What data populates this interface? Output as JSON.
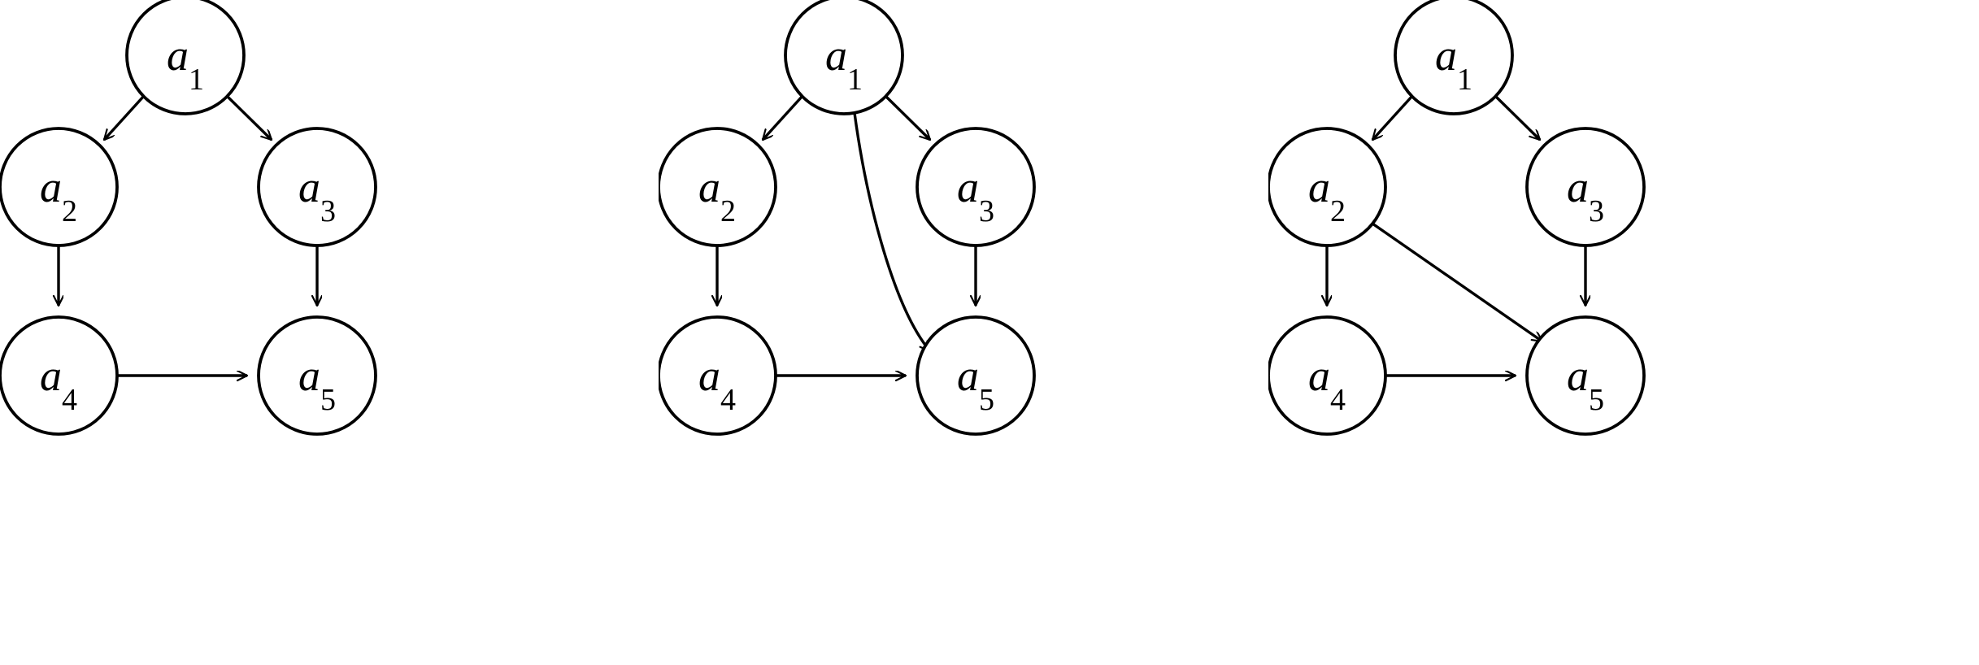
{
  "figure": {
    "background_color": "#ffffff",
    "stroke_color": "#000000",
    "panel_count": 3
  },
  "chart_data": {
    "type": "diagram",
    "subtype": "directed-acyclic-graph-triptych",
    "title": "",
    "xlabel": "",
    "ylabel": "",
    "node_labels": [
      "a1",
      "a2",
      "a3",
      "a4",
      "a5"
    ],
    "node_display": [
      {
        "id": "a1",
        "base": "a",
        "sub": "1"
      },
      {
        "id": "a2",
        "base": "a",
        "sub": "2"
      },
      {
        "id": "a3",
        "base": "a",
        "sub": "3"
      },
      {
        "id": "a4",
        "base": "a",
        "sub": "4"
      },
      {
        "id": "a5",
        "base": "a",
        "sub": "5"
      }
    ],
    "node_radius": 72,
    "node_positions": {
      "a1": [
        228,
        68
      ],
      "a2": [
        72,
        230
      ],
      "a3": [
        390,
        230
      ],
      "a4": [
        72,
        462
      ],
      "a5": [
        390,
        462
      ]
    },
    "panels": [
      {
        "name": "graph-1",
        "index": 1,
        "edges": [
          {
            "from": "a1",
            "to": "a2",
            "shape": "straight"
          },
          {
            "from": "a1",
            "to": "a3",
            "shape": "straight"
          },
          {
            "from": "a2",
            "to": "a4",
            "shape": "straight"
          },
          {
            "from": "a3",
            "to": "a5",
            "shape": "straight"
          },
          {
            "from": "a4",
            "to": "a5",
            "shape": "straight"
          }
        ],
        "edge_count": 5
      },
      {
        "name": "graph-2",
        "index": 2,
        "edges": [
          {
            "from": "a1",
            "to": "a2",
            "shape": "straight"
          },
          {
            "from": "a1",
            "to": "a3",
            "shape": "straight"
          },
          {
            "from": "a1",
            "to": "a5",
            "shape": "curved"
          },
          {
            "from": "a2",
            "to": "a4",
            "shape": "straight"
          },
          {
            "from": "a3",
            "to": "a5",
            "shape": "straight"
          },
          {
            "from": "a4",
            "to": "a5",
            "shape": "straight"
          }
        ],
        "edge_count": 6
      },
      {
        "name": "graph-3",
        "index": 3,
        "edges": [
          {
            "from": "a1",
            "to": "a2",
            "shape": "straight"
          },
          {
            "from": "a1",
            "to": "a3",
            "shape": "straight"
          },
          {
            "from": "a2",
            "to": "a4",
            "shape": "straight"
          },
          {
            "from": "a2",
            "to": "a5",
            "shape": "straight"
          },
          {
            "from": "a3",
            "to": "a5",
            "shape": "straight"
          },
          {
            "from": "a4",
            "to": "a5",
            "shape": "straight"
          }
        ],
        "edge_count": 6
      }
    ]
  },
  "labels": {
    "a1": {
      "base": "a",
      "sub": "1"
    },
    "a2": {
      "base": "a",
      "sub": "2"
    },
    "a3": {
      "base": "a",
      "sub": "3"
    },
    "a4": {
      "base": "a",
      "sub": "4"
    },
    "a5": {
      "base": "a",
      "sub": "5"
    }
  }
}
